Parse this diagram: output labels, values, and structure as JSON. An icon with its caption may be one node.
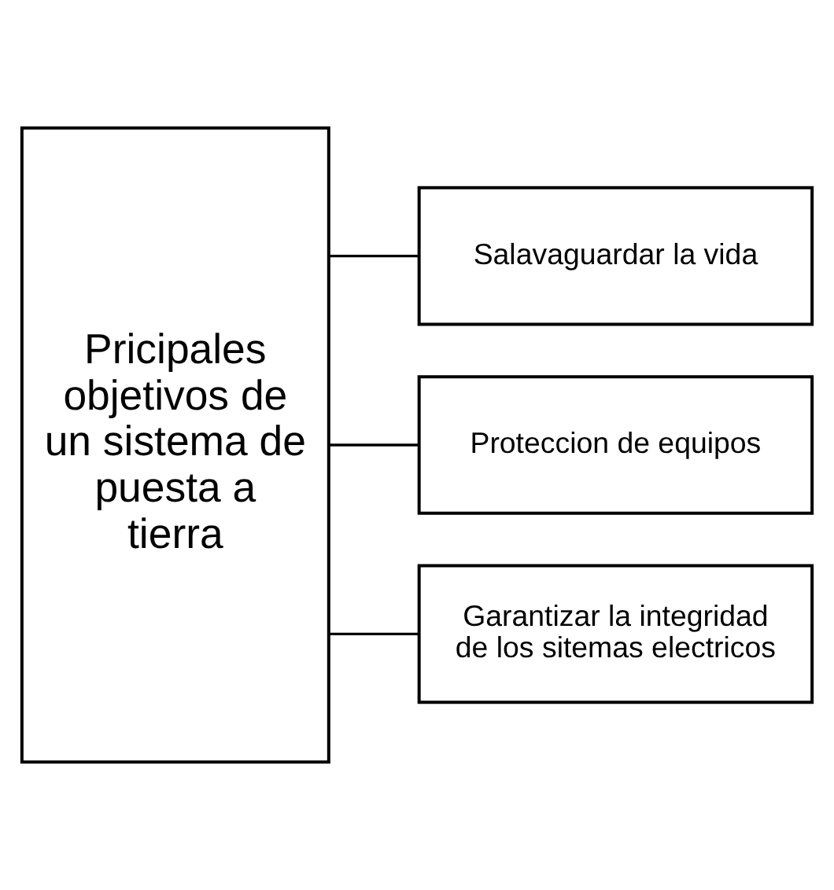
{
  "diagram": {
    "nodes": [
      {
        "text": [
          "Pricipales objetivos de un sistema de puesta a tierra"
        ]
      },
      {
        "text": [
          "Salavaguardar la vida"
        ]
      },
      {
        "text": [
          "Proteccion de equipos"
        ]
      },
      {
        "text": [
          "Garantizar la integridad de los sitemas electricos"
        ]
      }
    ],
    "edges": [
      {
        "from": 0,
        "to": 1,
        "arrow": "none"
      },
      {
        "from": 0,
        "to": 2,
        "arrow": "none"
      },
      {
        "from": 0,
        "to": 3,
        "arrow": "none"
      }
    ]
  }
}
